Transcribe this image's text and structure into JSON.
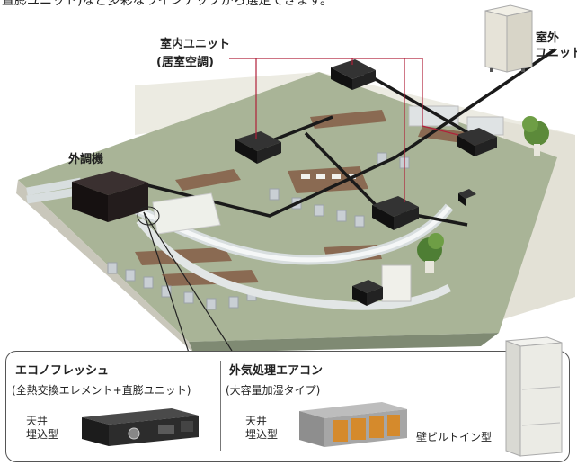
{
  "header_line": "直膨ユニット)など多彩なラインナップから選定できます。",
  "labels": {
    "indoor_unit": "室内ユニット",
    "indoor_unit_sub": "(居室空調)",
    "outdoor_unit": "室外\nユニット",
    "external_unit": "外調機"
  },
  "panel": {
    "left_title": "エコノフレッシュ",
    "left_sub": "(全熱交換エレメント+直膨ユニット)",
    "left_mount": "天井\n埋込型",
    "right_title": "外気処理エアコン",
    "right_sub": "(大容量加湿タイプ)",
    "right_mount": "天井\n埋込型",
    "wall_type": "壁ビルトイン型"
  },
  "colors": {
    "leader_line": "#b0203a",
    "duct": "#1a1a1a",
    "floor": "#a9b497",
    "wall": "#ecebe2",
    "unit": "#111111"
  }
}
